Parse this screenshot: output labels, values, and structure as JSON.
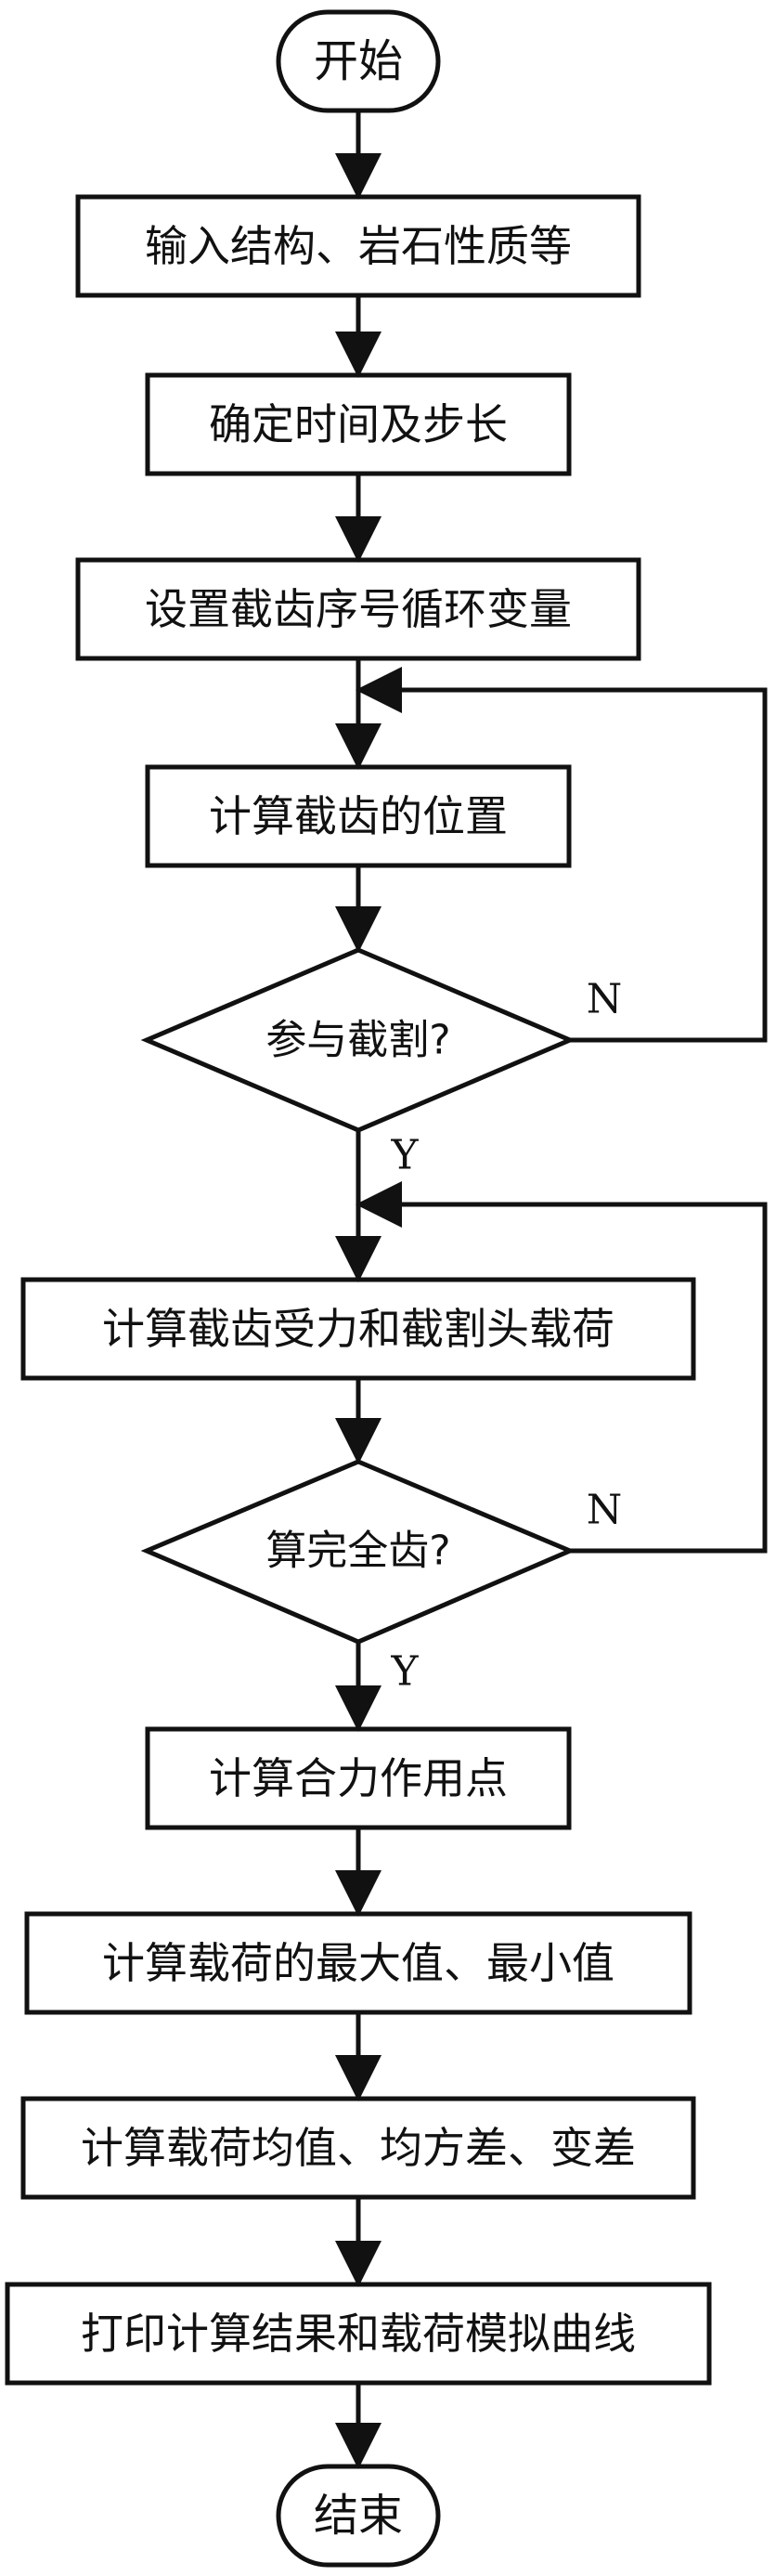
{
  "flowchart": {
    "start": "开始",
    "steps": {
      "input": "输入结构、岩石性质等",
      "time_step": "确定时间及步长",
      "loop_var": "设置截齿序号循环变量",
      "position": "计算截齿的位置",
      "forces": "计算截齿受力和截割头载荷",
      "resultant": "计算合力作用点",
      "max_min": "计算载荷的最大值、最小值",
      "stats": "计算载荷均值、均方差、变差",
      "print": "打印计算结果和载荷模拟曲线"
    },
    "decisions": {
      "cutting": "参与截割?",
      "all_teeth": "算完全齿?"
    },
    "branch_labels": {
      "cutting_no": "N",
      "cutting_yes": "Y",
      "all_teeth_no": "N",
      "all_teeth_yes": "Y"
    },
    "end": "结束"
  },
  "colors": {
    "stroke": "#111111",
    "fill": "#ffffff"
  }
}
